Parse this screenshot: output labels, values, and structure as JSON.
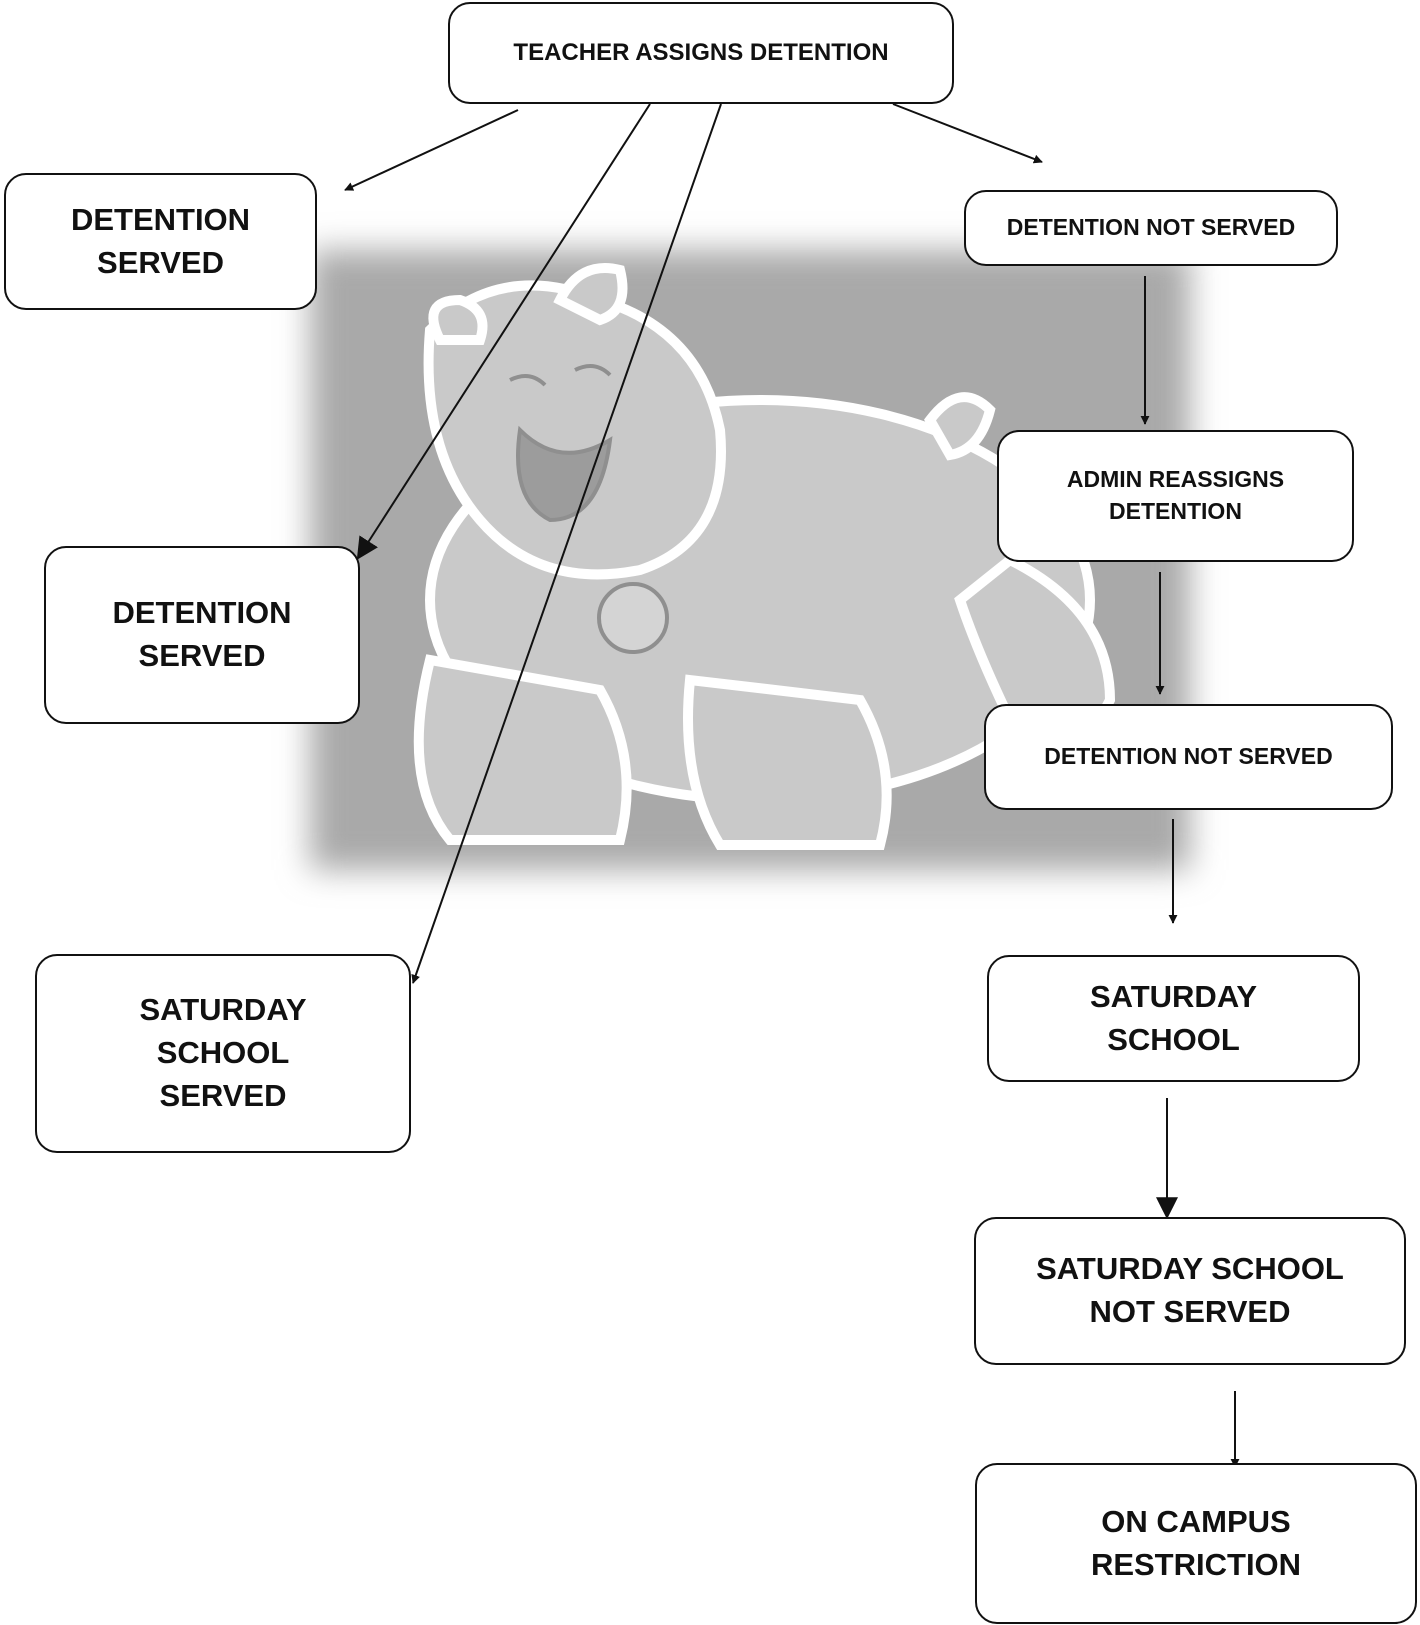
{
  "mascot_icon": "bulldog-mascot-icon",
  "colors": {
    "box_border": "#111111",
    "arrow": "#111111",
    "mascot": "#bdbdbd"
  },
  "nodes": {
    "teacher_assigns": "TEACHER ASSIGNS DETENTION",
    "detention_served_top": "DETENTION\nSERVED",
    "detention_served_mid": "DETENTION\nSERVED",
    "saturday_school_served": "SATURDAY\nSCHOOL\nSERVED",
    "detention_not_served_1": "DETENTION NOT SERVED",
    "admin_reassigns": "ADMIN REASSIGNS\nDETENTION",
    "detention_not_served_2": "DETENTION NOT SERVED",
    "saturday_school": "SATURDAY\nSCHOOL",
    "saturday_school_not_served": "SATURDAY SCHOOL\nNOT SERVED",
    "on_campus_restriction": "ON CAMPUS\nRESTRICTION"
  }
}
